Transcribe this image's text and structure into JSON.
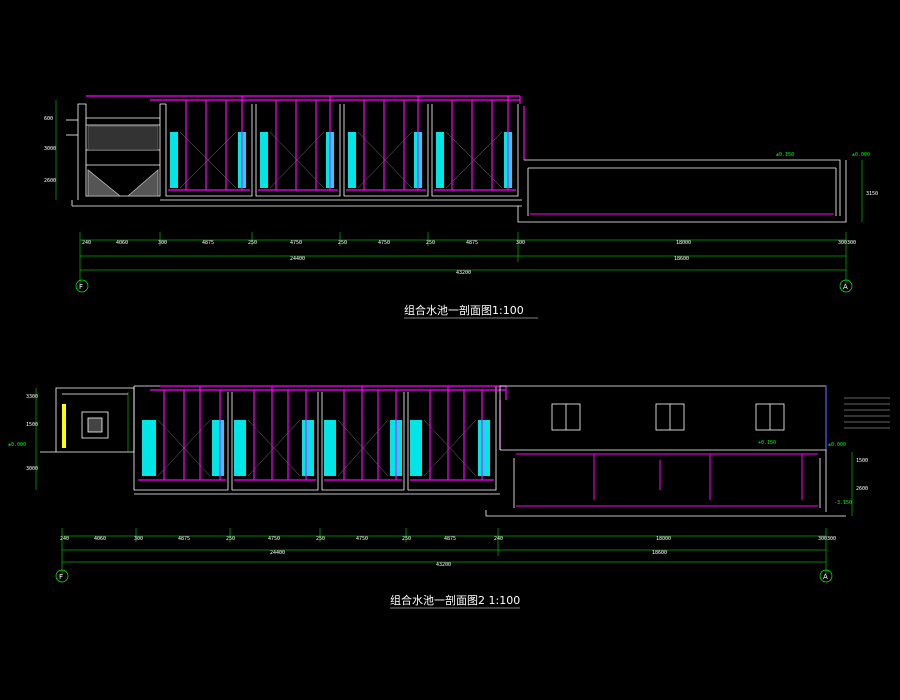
{
  "colors": {
    "background": "#000000",
    "wall": "#ffffff",
    "pipe": "#ff00ff",
    "pipe_blue": "#5a5aff",
    "water": "#00ffff",
    "dim_line": "#00ff00",
    "line_cyan": "#00d0d0",
    "hatch": "#888888",
    "yellow": "#ffff00"
  },
  "section1": {
    "title": "组合水池一剖面图1:100",
    "axis_left": "F",
    "axis_right": "A",
    "dims_row1": [
      "240",
      "4060",
      "300",
      "4875",
      "250",
      "4750",
      "250",
      "4750",
      "250",
      "4875",
      "300",
      "18000",
      "300",
      "300"
    ],
    "total_a": "24400",
    "total_b": "18600",
    "total_all": "43200",
    "elev_1": "±0.150",
    "elev_2": "±0.000",
    "vert_dims": [
      "600",
      "3000",
      "2600",
      "3150"
    ]
  },
  "section2": {
    "title": "组合水池一剖面图2 1:100",
    "axis_left": "F",
    "axis_right": "A",
    "dims_row1": [
      "240",
      "4060",
      "300",
      "4875",
      "250",
      "4750",
      "250",
      "4750",
      "250",
      "4875",
      "240",
      "18000",
      "300",
      "300"
    ],
    "total_a": "24400",
    "total_b": "18600",
    "total_all": "43200",
    "elev_1": "±0.000",
    "elev_2": "+0.150",
    "elev_3": "±0.000",
    "elev_4": "-3.150",
    "vert_dims": [
      "3300",
      "1500",
      "3000",
      "1500",
      "2600"
    ]
  }
}
